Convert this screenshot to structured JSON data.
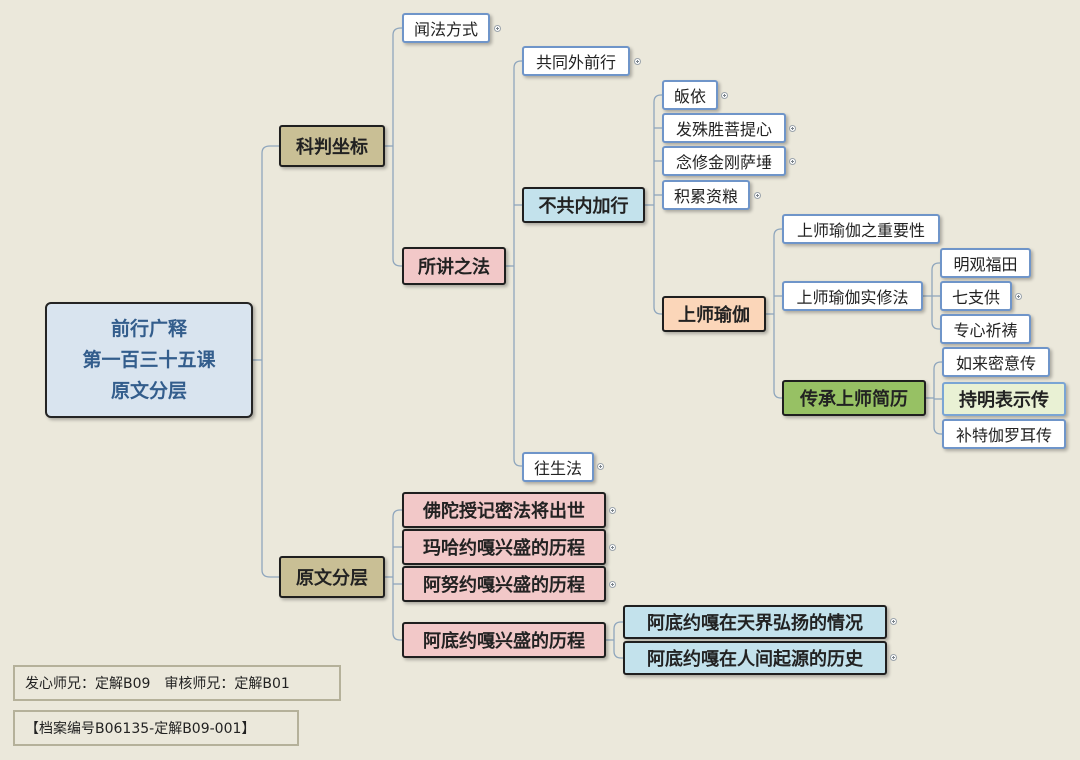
{
  "root": {
    "line1": "前行广释",
    "line2": "第一百三十五课",
    "line3": "原文分层"
  },
  "branches": {
    "kepan": "科判坐标",
    "wenfa": "闻法方式",
    "suojiang": "所讲之法",
    "gongtong": "共同外前行",
    "bugong": "不共内加行",
    "guiyi": "皈依",
    "faputi": "发殊胜菩提心",
    "nianxiu": "念修金刚萨埵",
    "jilei": "积累资粮",
    "shangshi": "上师瑜伽",
    "zhongyao": "上师瑜伽之重要性",
    "shixiu": "上师瑜伽实修法",
    "mingguan": "明观福田",
    "qizhi": "七支供",
    "zhuanxin": "专心祈祷",
    "chuancheng": "传承上师简历",
    "rulai": "如来密意传",
    "chiming": "持明表示传",
    "bute": "补特伽罗耳传",
    "wangsheng": "往生法",
    "yuanwen": "原文分层",
    "fotuo": "佛陀授记密法将出世",
    "maha": "玛哈约嘎兴盛的历程",
    "anu": "阿努约嘎兴盛的历程",
    "adi": "阿底约嘎兴盛的历程",
    "tianjie": "阿底约嘎在天界弘扬的情况",
    "renjian": "阿底约嘎在人间起源的历史"
  },
  "footer": {
    "credits": "发心师兄：定解B09　审核师兄：定解B01",
    "archive": "【档案编号B06135-定解B09-001】"
  },
  "colors": {
    "background": "#ebe8db",
    "root_fill": "#d9e4ef",
    "root_text": "#335d8c",
    "tan": "#c9bf95",
    "pink": "#f2c8c8",
    "cyan": "#c3e2ec",
    "peach": "#fbd6b9",
    "green": "#97c164",
    "plain_border": "#6f95c9"
  }
}
